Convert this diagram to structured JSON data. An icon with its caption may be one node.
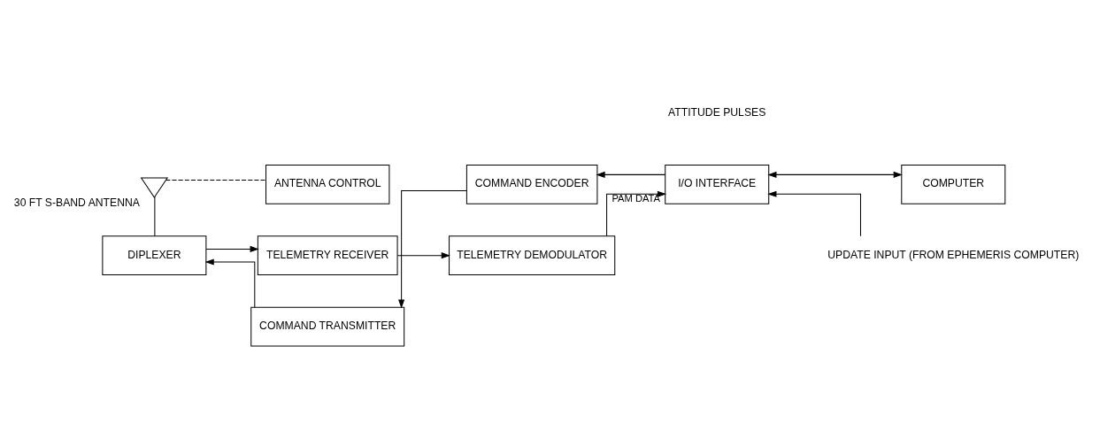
{
  "diagram": {
    "nodes": [
      {
        "text": [],
        "shape": "triangle",
        "beside": [
          "30 FT S-BAND ANTENNA"
        ]
      },
      {
        "text": [
          "ANTENNA CONTROL"
        ]
      },
      {
        "text": [
          "DIPLEXER"
        ]
      },
      {
        "text": [
          "COMMAND TRANSMITTER"
        ]
      },
      {
        "text": [
          "COMMAND ENCODER"
        ]
      },
      {
        "text": [
          "I/O INTERFACE"
        ]
      },
      {
        "text": [
          "COMPUTER"
        ]
      },
      {
        "text": [
          "TELEMETRY RECEIVER"
        ]
      },
      {
        "text": [
          "TELEMETRY DEMODULATOR"
        ]
      },
      {
        "text": [
          "UPDATE INPUT (FROM EPHEMERIS COMPUTER)"
        ]
      }
    ],
    "edges": [
      {
        "from": 0,
        "to": 2,
        "arrow": "none"
      },
      {
        "from": 0,
        "to": 1,
        "arrow": "none",
        "style": "dashed"
      },
      {
        "from": 3,
        "to": 2,
        "arrow": "to"
      },
      {
        "from": 4,
        "to": 3,
        "arrow": "to"
      },
      {
        "from": 5,
        "to": 4,
        "arrow": "to"
      },
      {
        "from": 5,
        "to": 6,
        "arrow": "both"
      },
      {
        "from": 2,
        "to": 7,
        "arrow": "to"
      },
      {
        "from": 7,
        "to": 8,
        "arrow": "to"
      },
      {
        "from": 8,
        "to": 5,
        "arrow": "to",
        "label": "PAM DATA"
      },
      {
        "from": 9,
        "to": 5,
        "arrow": "to"
      }
    ],
    "labels": [
      "ATTITUDE PULSES"
    ]
  }
}
